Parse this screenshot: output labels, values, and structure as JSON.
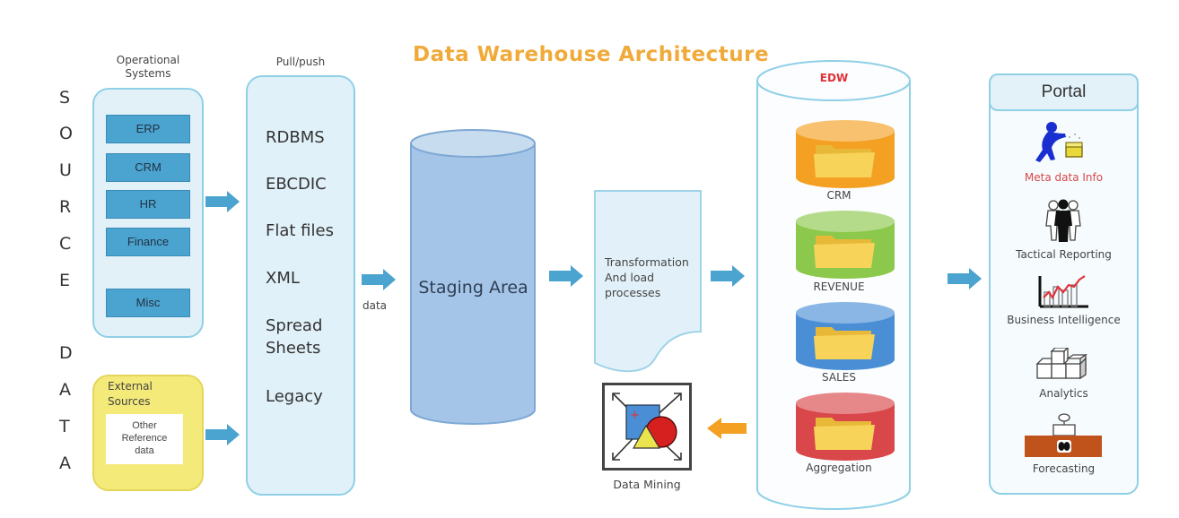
{
  "title": "Data Warehouse Architecture",
  "source_data_label": [
    "S",
    "O",
    "U",
    "R",
    "C",
    "E",
    "",
    "D",
    "A",
    "T",
    "A"
  ],
  "operational": {
    "heading_line1": "Operational",
    "heading_line2": "Systems",
    "systems": [
      "ERP",
      "CRM",
      "HR",
      "Finance",
      "Misc"
    ]
  },
  "external": {
    "heading_line1": "External",
    "heading_line2": "Sources",
    "reference_line1": "Other",
    "reference_line2": "Reference",
    "reference_line3": "data"
  },
  "pull_push": {
    "heading": "Pull/push",
    "items": [
      "RDBMS",
      "EBCDIC",
      "Flat files",
      "XML",
      "Spread",
      "Sheets",
      "Legacy"
    ]
  },
  "data_arrow_label": "data",
  "staging": {
    "label": "Staging Area"
  },
  "transformation": {
    "line1": "Transformation",
    "line2": "And load",
    "line3": "processes"
  },
  "data_mining": {
    "label": "Data  Mining"
  },
  "edw": {
    "label": "EDW",
    "marts": [
      {
        "label": "CRM",
        "color": "#f4a022"
      },
      {
        "label": "REVENUE",
        "color": "#8cc84b"
      },
      {
        "label": "SALES",
        "color": "#4a8fd6"
      },
      {
        "label": "Aggregation",
        "color": "#d9474b"
      }
    ]
  },
  "portal": {
    "heading": "Portal",
    "items": [
      {
        "label": "Meta data Info",
        "icon": "person-treasure-icon",
        "color": "#d9474b"
      },
      {
        "label": "Tactical Reporting",
        "icon": "people-group-icon",
        "color": "#333333"
      },
      {
        "label": "Business  Intelligence",
        "icon": "line-chart-icon",
        "color": "#333333"
      },
      {
        "label": "Analytics",
        "icon": "cubes-icon",
        "color": "#333333"
      },
      {
        "label": "Forecasting",
        "icon": "forecast-desk-icon",
        "color": "#333333"
      }
    ]
  },
  "colors": {
    "flow_arrow": "#4ba3cf",
    "return_arrow": "#f4a022",
    "title": "#f0aa3a",
    "edw_label": "#e0323a"
  }
}
